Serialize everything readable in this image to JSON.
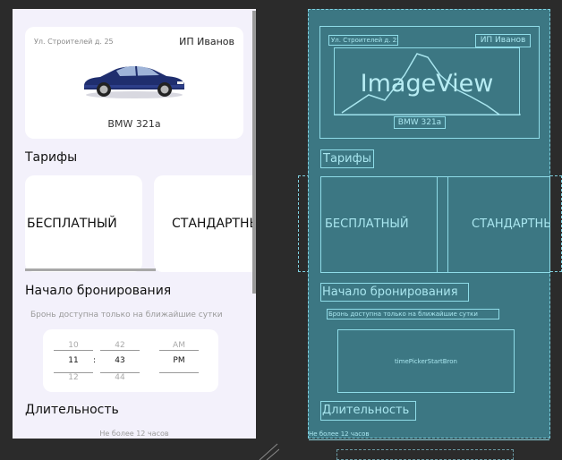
{
  "design": {
    "car": {
      "address": "Ул. Строителей д. 25",
      "owner": "ИП Иванов",
      "model": "BMW 321a"
    },
    "tariffs": {
      "title": "Тарифы",
      "items": [
        {
          "label": "БЕСПЛАТНЫЙ"
        },
        {
          "label": "СТАНДАРТНЫЙ"
        }
      ]
    },
    "booking": {
      "title": "Начало бронирования",
      "hint": "Бронь доступна только на ближайшие сутки",
      "picker": {
        "hours": [
          "10",
          "11",
          "12"
        ],
        "minutes": [
          "42",
          "43",
          "44"
        ],
        "ampm": [
          "AM",
          "PM"
        ],
        "separator": ":"
      }
    },
    "duration": {
      "title": "Длительность",
      "hint": "Не более 12 часов"
    }
  },
  "blueprint": {
    "address": "Ул. Строителей д. 25",
    "owner": "ИП Иванов",
    "image_label": "ImageView",
    "model": "BMW 321a",
    "tariffs_title": "Тарифы",
    "tariff_free": "БЕСПЛАТНЫЙ",
    "tariff_std": "СТАНДАРТНЫЙ",
    "booking_title": "Начало бронирования",
    "booking_hint": "Бронь доступна только на ближайшие сутки",
    "picker_id": "timePickerStartBron",
    "duration_title": "Длительность",
    "duration_hint": "Не более 12 часов"
  },
  "colors": {
    "canvas": "#2b2b2b",
    "design_bg": "#f3f1fb",
    "blueprint_bg": "#3c7783",
    "blueprint_line": "#8fdce8"
  }
}
